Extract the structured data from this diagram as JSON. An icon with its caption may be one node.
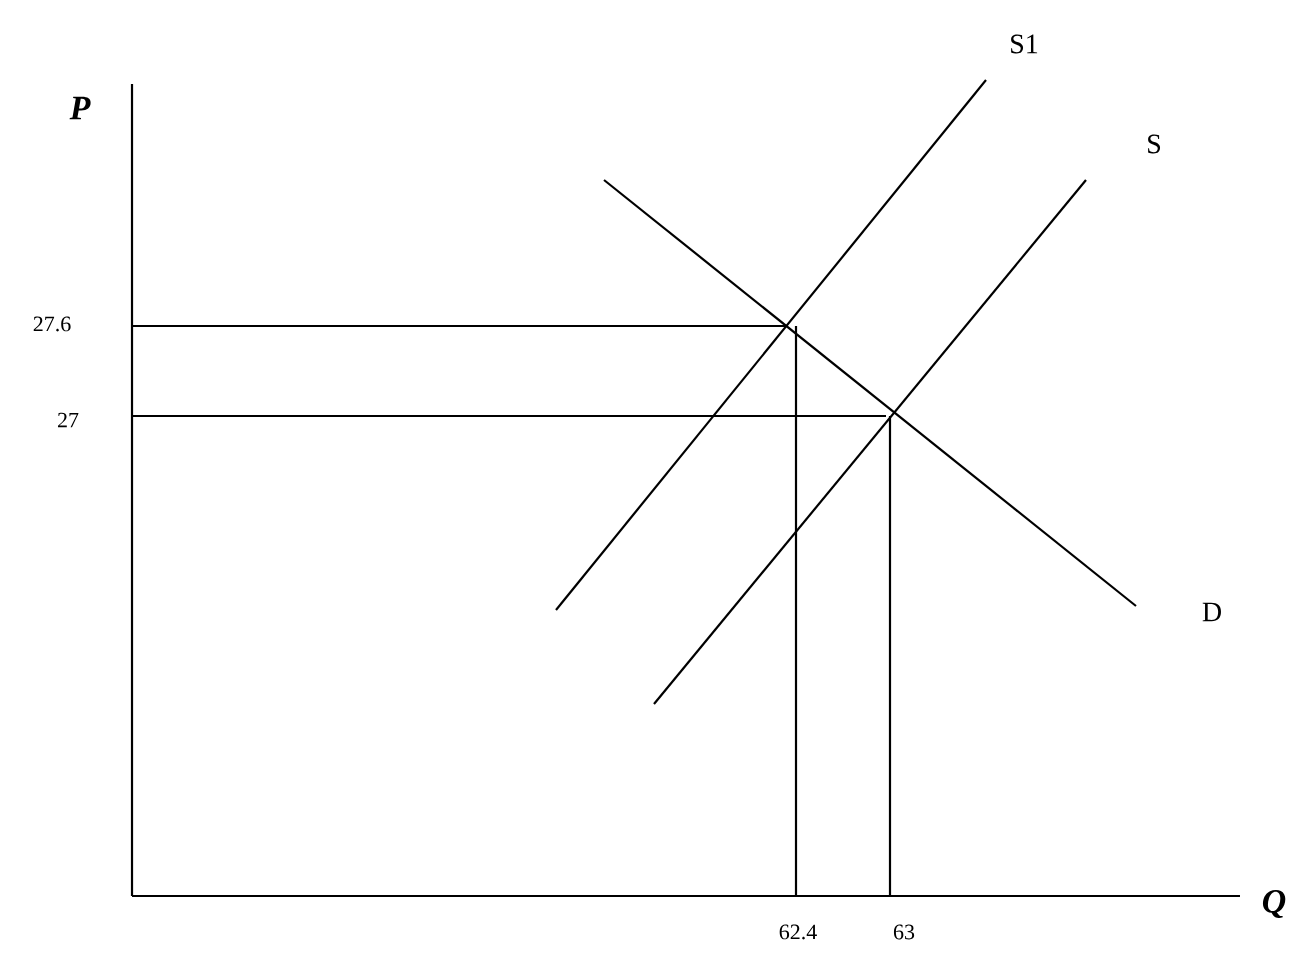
{
  "diagram": {
    "labels": [
      "P",
      "S1",
      "S",
      "27.6",
      "27",
      "D",
      "62.4",
      "63",
      "Q"
    ]
  }
}
